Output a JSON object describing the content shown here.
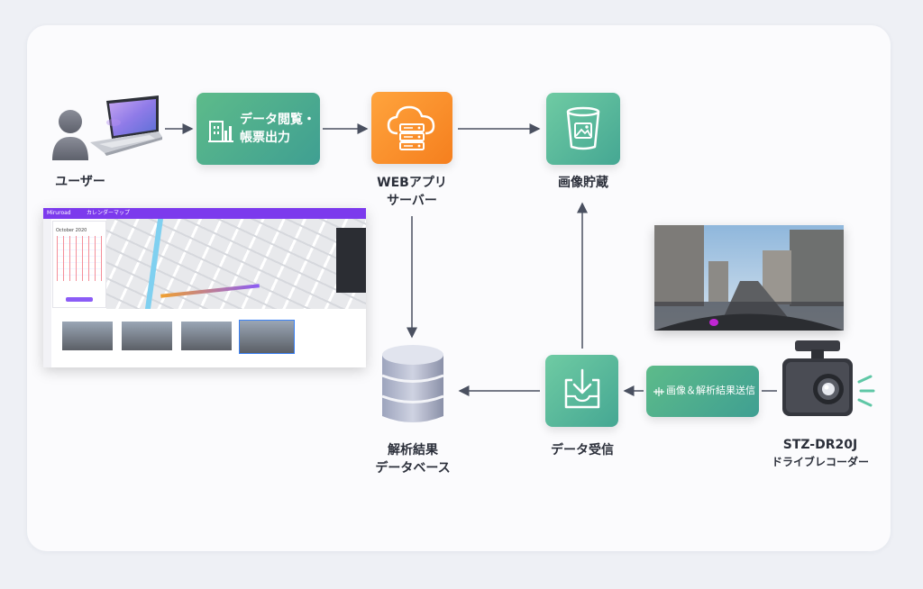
{
  "nodes": {
    "user": "ユーザー",
    "data_view": "データ閲覧・\n帳票出力",
    "web_server": "WEBアプリ\nサーバー",
    "image_storage": "画像貯蔵",
    "analysis_db": "解析結果\nデータベース",
    "data_receive": "データ受信",
    "send_label": "画像＆解析結果送信",
    "device_model": "STZ-DR20J",
    "device_name": "ドライブレコーダー"
  },
  "app_screenshot": {
    "logo": "Miruroad",
    "nav": "カレンダーマップ",
    "calendar_month": "October 2020"
  },
  "colors": {
    "green": "#4fae8e",
    "orange": "#f7901f",
    "teal": "#56b89a",
    "purple": "#7c3aed",
    "arrow": "#4a5060"
  }
}
